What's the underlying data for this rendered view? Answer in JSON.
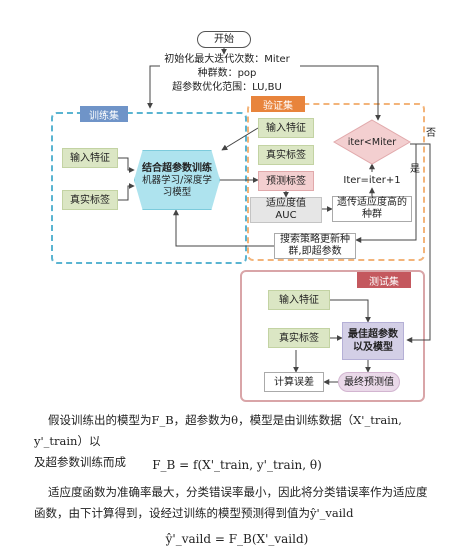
{
  "flow": {
    "start": "开始",
    "init_lines": [
      "初始化最大迭代次数：Miter",
      "种群数：pop",
      "超参数优化范围：LU,BU"
    ],
    "train": {
      "tag": "训练集",
      "input": "输入特征",
      "label": "真实标签",
      "model_title": "结合超参数训练",
      "model_sub": "机器学习/深度学习模型"
    },
    "valid": {
      "tag": "验证集",
      "input": "输入特征",
      "label": "真实标签",
      "pred": "预测标签",
      "fitness_lines": [
        "适应度值",
        "AUC"
      ],
      "keep": "遗传适应度高的种群",
      "search": "搜索策略更新种群,即超参数",
      "iter_inc": "Iter=iter+1",
      "decision": "iter<Miter",
      "no": "否",
      "yes": "是"
    },
    "test": {
      "tag": "测试集",
      "input": "输入特征",
      "label": "真实标签",
      "best_lines": [
        "最佳超参数",
        "以及模型"
      ],
      "pred": "最终预测值",
      "error": "计算误差"
    }
  },
  "text": {
    "p1_line1": "假设训练出的模型为F_B，超参数为θ，模型是由训练数据（X'_train, y'_train）以",
    "p1_line2": "及超参数训练而成",
    "formula1": "F_B = f(X'_train, y'_train, θ)",
    "p2_line1": "适应度函数为准确率最大，分类错误率最小，因此将分类错误率作为适应度",
    "p2_line2": "函数，由下计算得到，设经过训练的模型预测得到值为ŷ'_vaild",
    "formula2": "ŷ'_vaild = F_B(X'_vaild)"
  },
  "colors": {
    "train_border": "#5ab4d1",
    "train_tag": "#6f94c8",
    "valid_border": "#f3b47a",
    "valid_tag": "#e8843c",
    "test_border": "#c9797d",
    "test_tag": "#c4585e",
    "diamond": "#f3cfd0"
  }
}
